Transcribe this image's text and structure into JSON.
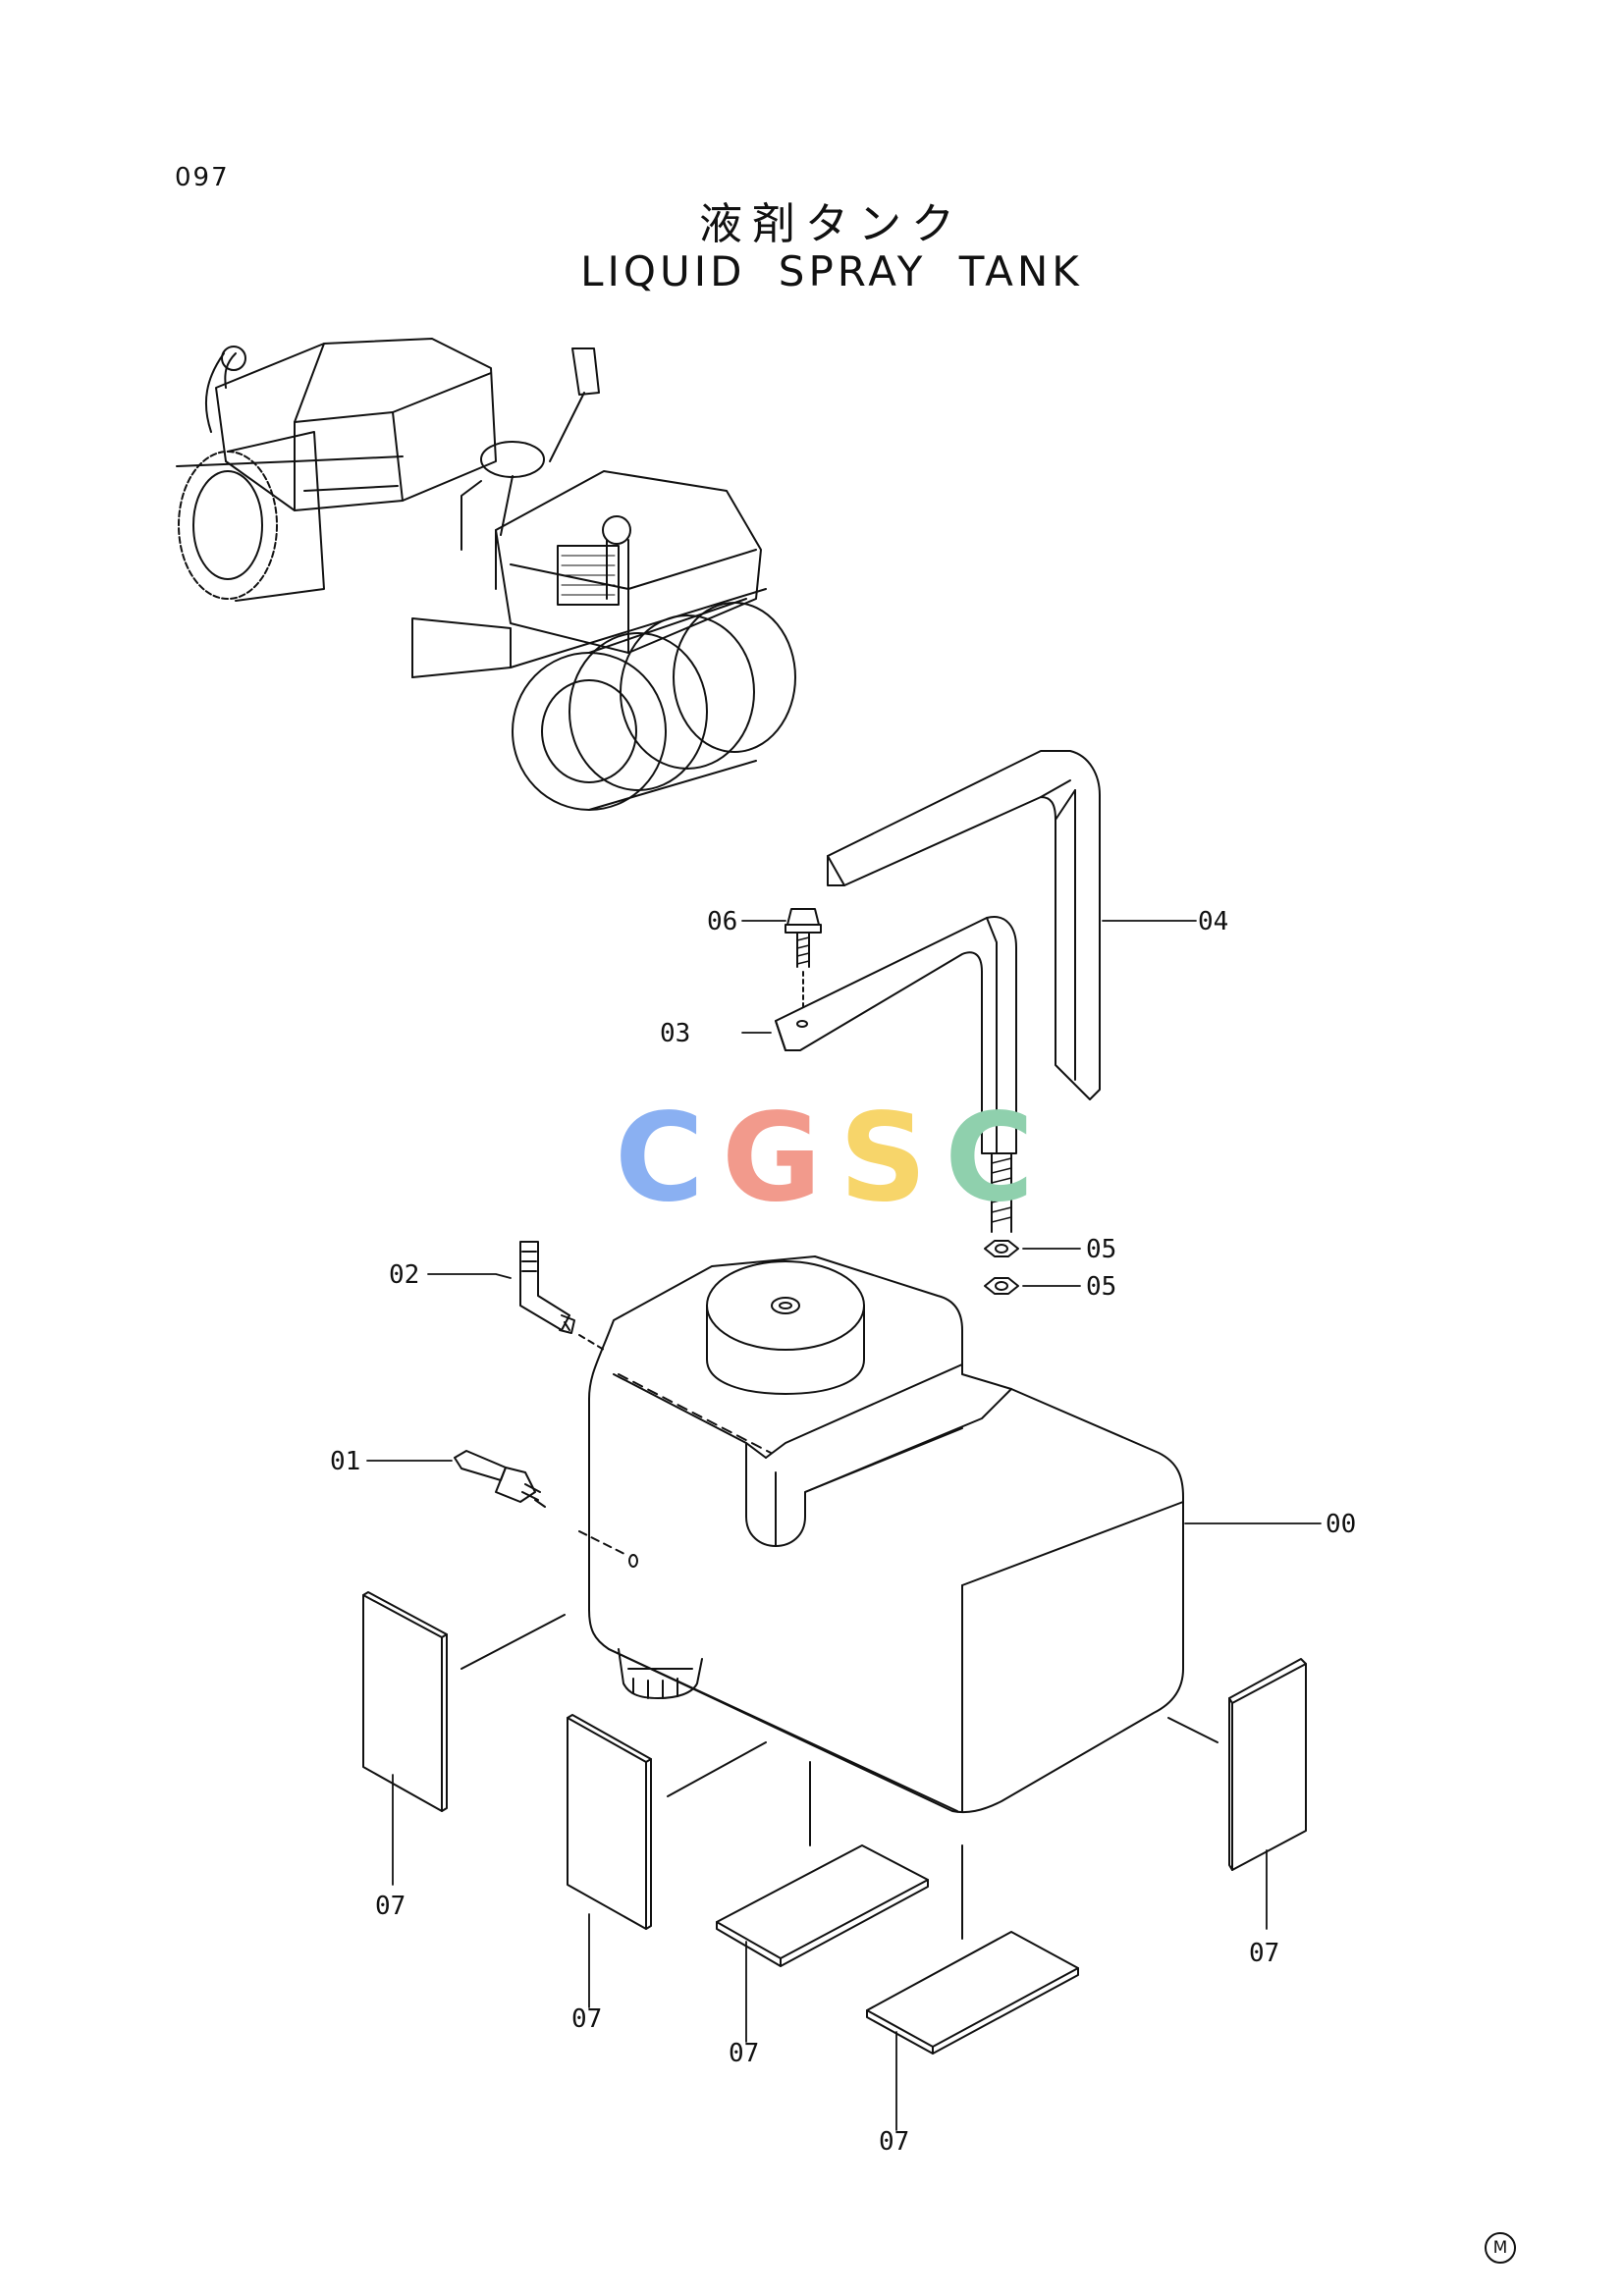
{
  "page": {
    "number": "097",
    "title_jp": "液剤タンク",
    "title_en": "LIQUID SPRAY TANK",
    "mark": "M"
  },
  "watermark": {
    "letters": [
      "C",
      "G",
      "S",
      "C"
    ],
    "colors": [
      "#8ab0f2",
      "#f29a8c",
      "#f7d56a",
      "#8fd0ad"
    ]
  },
  "callouts": {
    "c00": "00",
    "c01": "01",
    "c02": "02",
    "c03": "03",
    "c04": "04",
    "c05a": "05",
    "c05b": "05",
    "c06": "06",
    "c07a": "07",
    "c07b": "07",
    "c07c": "07",
    "c07d": "07",
    "c07e": "07"
  }
}
